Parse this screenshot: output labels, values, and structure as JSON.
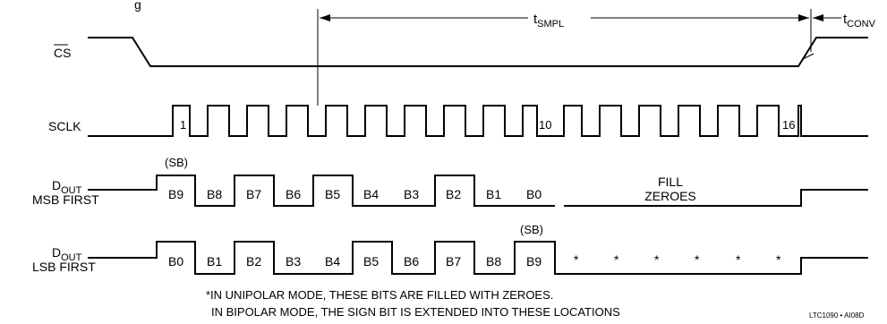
{
  "signals": {
    "cs": "CS",
    "sclk": "SCLK",
    "dout_main": "D",
    "dout_sub": "OUT",
    "msb_first": "MSB FIRST",
    "lsb_first": "LSB FIRST"
  },
  "timing": {
    "t_smpl_main": "t",
    "t_smpl_sub": "SMPL",
    "t_conv_main": "t",
    "t_conv_sub": "CONV"
  },
  "sclk_ticks": {
    "first": "1",
    "tenth": "10",
    "sixteenth": "16"
  },
  "msb_bits": [
    "B9",
    "B8",
    "B7",
    "B6",
    "B5",
    "B4",
    "B3",
    "B2",
    "B1",
    "B0"
  ],
  "lsb_bits": [
    "B0",
    "B1",
    "B2",
    "B3",
    "B4",
    "B5",
    "B6",
    "B7",
    "B8",
    "B9"
  ],
  "sb_label": "(SB)",
  "fill_zeroes": {
    "line1": "FILL",
    "line2": "ZEROES"
  },
  "asterisk": "*",
  "note": {
    "line1": "*IN UNIPOLAR MODE, THESE BITS ARE FILLED WITH ZEROES.",
    "line2": "IN BIPOLAR MODE, THE SIGN BIT IS EXTENDED INTO THESE LOCATIONS"
  },
  "figure_id": "LTC1090 • AI08D",
  "partial_title": "g"
}
